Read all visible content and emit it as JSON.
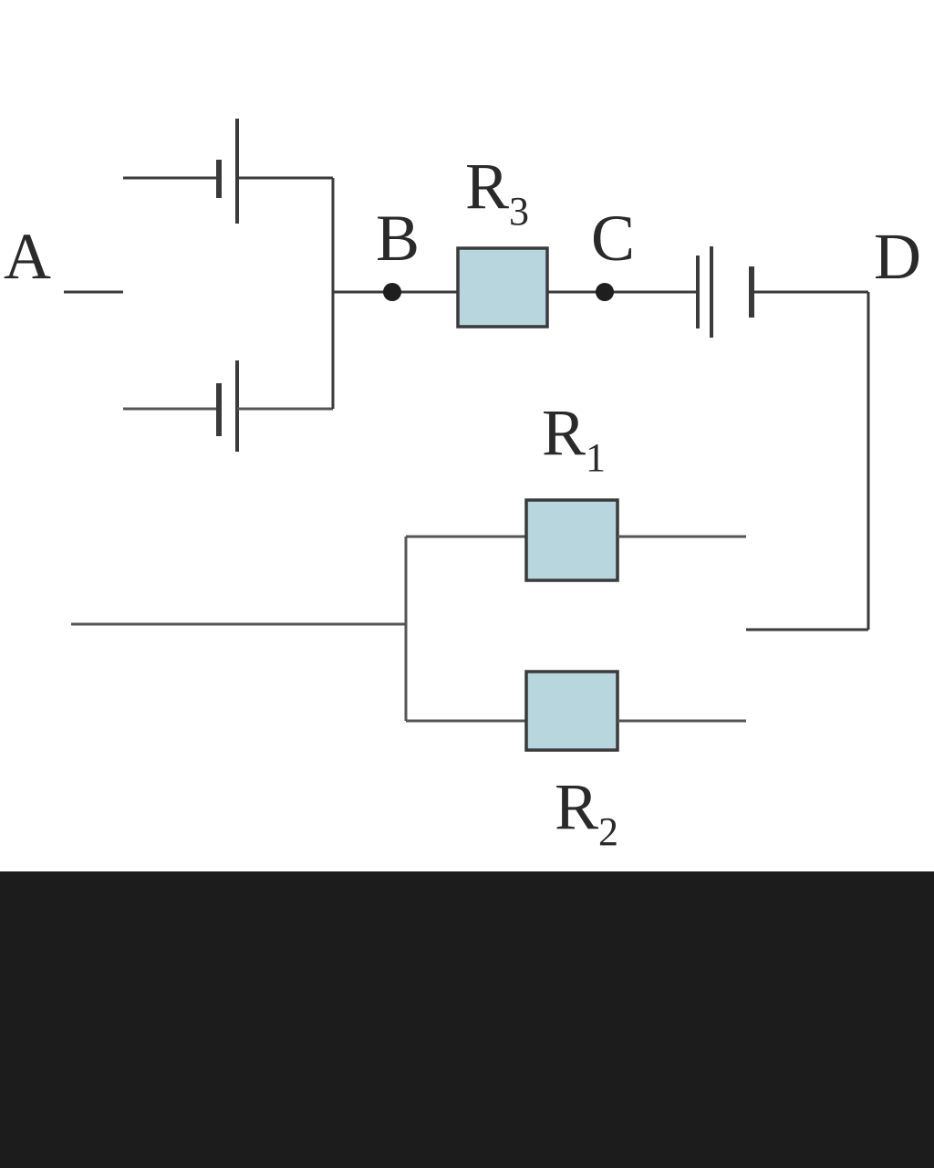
{
  "diagram": {
    "nodes": {
      "a": "A",
      "b": "B",
      "c": "C",
      "d": "D"
    },
    "resistors": {
      "r1": {
        "letter": "R",
        "subscript": "1"
      },
      "r2": {
        "letter": "R",
        "subscript": "2"
      },
      "r3": {
        "letter": "R",
        "subscript": "3"
      }
    },
    "colors": {
      "resistor_fill": "#b7d6de",
      "wire": "#3a3a3a",
      "footer": "#1c1c1c"
    }
  }
}
